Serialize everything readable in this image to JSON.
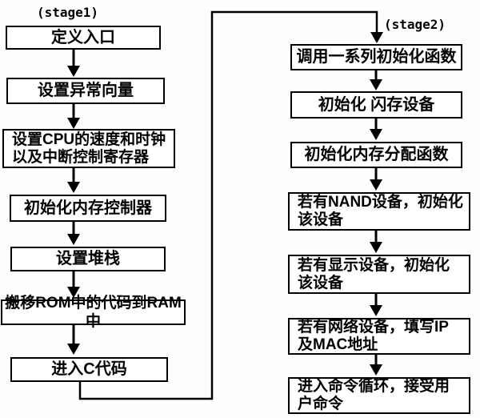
{
  "colors": {
    "background": "#fefefe",
    "box_background": "#ffffff",
    "line": "#000000",
    "text": "#000000"
  },
  "stage1": {
    "label": "(stage1)",
    "steps": [
      {
        "label": "定义入口"
      },
      {
        "label": "设置异常向量"
      },
      {
        "label": "设置CPU的速度和时钟\n以及中断控制寄存器"
      },
      {
        "label": "初始化内存控制器"
      },
      {
        "label": "设置堆栈"
      },
      {
        "label": "搬移ROM中的代码到RAM中"
      },
      {
        "label": "进入C代码"
      }
    ]
  },
  "stage2": {
    "label": "(stage2)",
    "steps": [
      {
        "label": "调用一系列初始化函数"
      },
      {
        "label": "初始化 闪存设备"
      },
      {
        "label": "初始化内存分配函数"
      },
      {
        "label": "若有NAND设备，初始化\n该设备"
      },
      {
        "label": "若有显示设备，初始化\n该设备"
      },
      {
        "label": "若有网络设备，填写IP\n及MAC地址"
      },
      {
        "label": "进入命令循环，接受用\n户命令"
      }
    ]
  }
}
